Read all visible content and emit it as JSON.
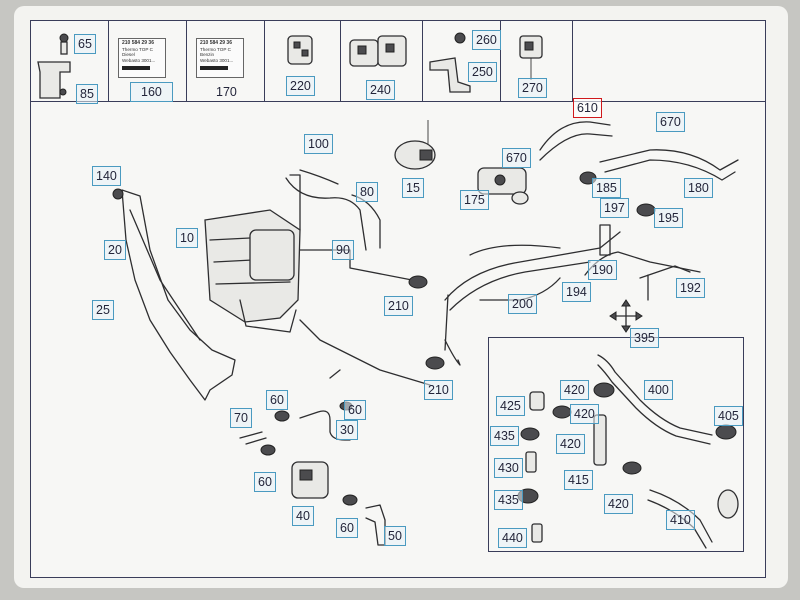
{
  "header_cells": [
    {
      "label_a": "65",
      "label_b": "85"
    },
    {
      "tag_code": "210 584 29 36",
      "tag_line1": "Thermo TOP C",
      "tag_line2": "Diesel",
      "tag_line3": "Webasto 3001...",
      "label": "160"
    },
    {
      "tag_code": "210 584 29 36",
      "tag_line1": "Thermo TOP C",
      "tag_line2": "Benzin",
      "tag_line3": "Webasto 3001...",
      "label": "170"
    },
    {
      "label": "220"
    },
    {
      "label": "240"
    },
    {
      "label_a": "260",
      "label_b": "250"
    },
    {
      "label": "270"
    }
  ],
  "callouts": [
    "610",
    "670",
    "100",
    "670",
    "140",
    "15",
    "175",
    "185",
    "80",
    "180",
    "197",
    "195",
    "10",
    "20",
    "90",
    "190",
    "210",
    "200",
    "194",
    "192",
    "25",
    "395",
    "210",
    "420",
    "400",
    "425",
    "60",
    "70",
    "60",
    "30",
    "420",
    "405",
    "435",
    "420",
    "430",
    "415",
    "60",
    "420",
    "40",
    "435",
    "410",
    "60",
    "50",
    "440"
  ],
  "highlighted_callout": "610",
  "colors": {
    "callout_border": "#4a9ac0",
    "highlight_border": "#d0191c",
    "line": "#2e2e30"
  }
}
